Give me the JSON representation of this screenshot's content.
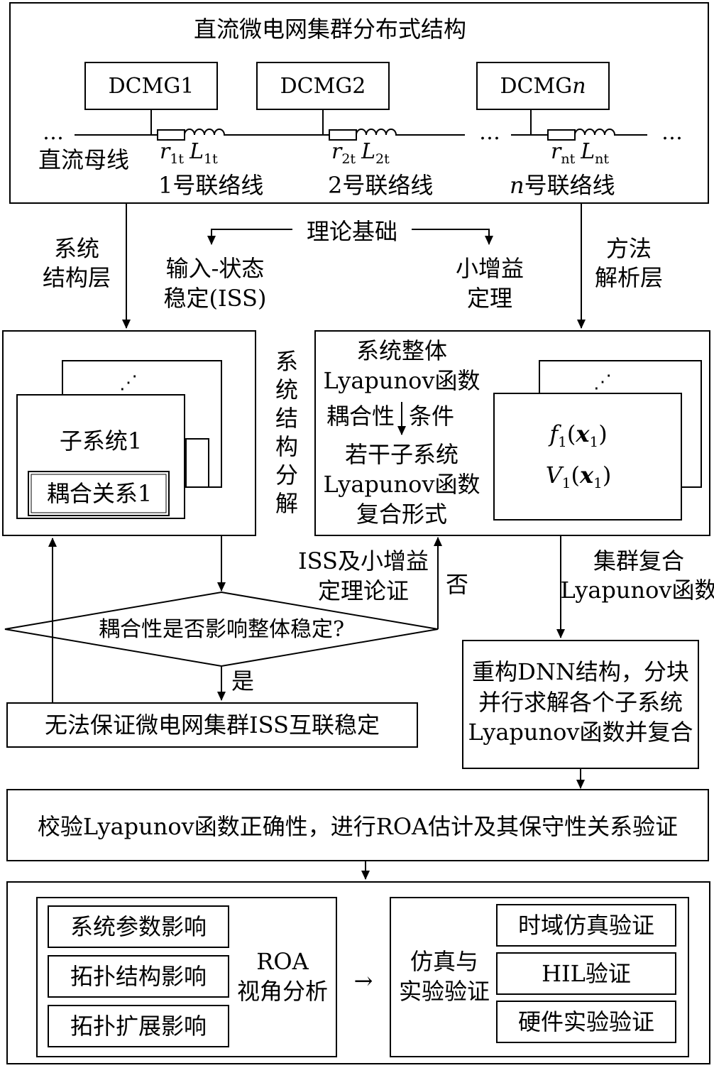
{
  "top": {
    "title": "直流微电网集群分布式结构",
    "mg1": "DCMG1",
    "mg2": "DCMG2",
    "mgn_prefix": "DCMG",
    "mgn_suffix": "n",
    "bus_label": "直流母线",
    "line1_label": "1号联络线",
    "line2_label": "2号联络线",
    "linen_n": "n",
    "linen_label": "号联络线",
    "dots": "…",
    "line1_r": "r",
    "line1_r_sub": "1t",
    "line1_L": "L",
    "line1_L_sub": "1t",
    "line2_r": "r",
    "line2_r_sub": "2t",
    "line2_L": "L",
    "line2_L_sub": "2t",
    "linen_r": "r",
    "linen_r_sub": "nt",
    "linen_L": "L",
    "linen_L_sub": "nt"
  },
  "middle": {
    "layer_left_1": "系统",
    "layer_left_2": "结构层",
    "theory": "理论基础",
    "iss_1": "输入-状态",
    "iss_2": "稳定(ISS)",
    "gain_1": "小增益",
    "gain_2": "定理",
    "layer_right_1": "方法",
    "layer_right_2": "解析层"
  },
  "left_panel": {
    "subsystem": "子系统1",
    "coupling": "耦合关系1",
    "ellipsis": "⋰"
  },
  "vertical_label": [
    "系",
    "统",
    "结",
    "构",
    "分",
    "解"
  ],
  "right_panel": {
    "whole_1": "系统整体",
    "whole_2": "Lyapunov函数",
    "coupling": "耦合性",
    "condition": "条件",
    "sub_1": "若干子系统",
    "sub_2": "Lyapunov函数",
    "sub_3": "复合形式",
    "f_sym": "f",
    "f_sub": "1",
    "f_arg": "x",
    "f_arg_sub": "1",
    "v_sym": "V",
    "v_sub": "1",
    "v_arg": "x",
    "v_arg_sub": "1",
    "ellipsis": "⋰"
  },
  "flow": {
    "proof_1": "ISS及小增益",
    "proof_2": "定理论证",
    "no": "否",
    "yes": "是",
    "decision": "耦合性是否影响整体稳定?",
    "fail": "无法保证微电网集群ISS互联稳定",
    "cluster_1": "集群复合",
    "cluster_2": "Lyapunov函数",
    "dnn_1": "重构DNN结构，分块",
    "dnn_2": "并行求解各个子系统",
    "dnn_3": "Lyapunov函数并复合",
    "verify": "校验Lyapunov函数正确性，进行ROA估计及其保守性关系验证"
  },
  "bottom": {
    "factors": [
      "系统参数影响",
      "拓扑结构影响",
      "拓扑扩展影响"
    ],
    "roa_1": "ROA",
    "roa_2": "视角分析",
    "arrow": "→",
    "sim_1": "仿真与",
    "sim_2": "实验验证",
    "validations": [
      "时域仿真验证",
      "HIL验证",
      "硬件实验验证"
    ]
  }
}
